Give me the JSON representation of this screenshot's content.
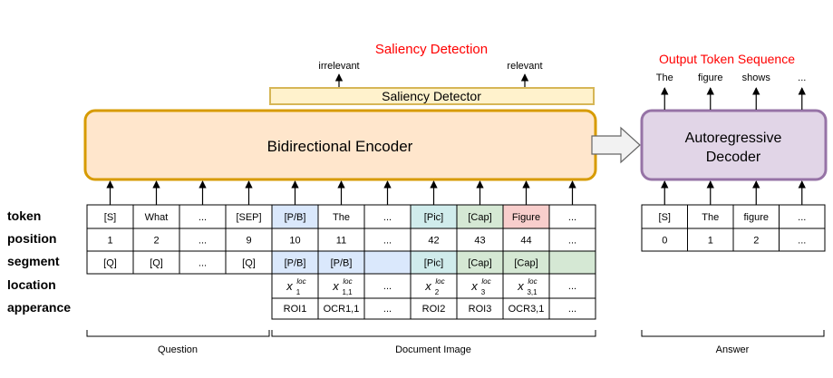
{
  "titles": {
    "saliency_detection": "Saliency Detection",
    "output_token_sequence": "Output Token Sequence"
  },
  "saliency_labels": {
    "irrelevant": "irrelevant",
    "relevant": "relevant"
  },
  "boxes": {
    "saliency_detector": "Saliency Detector",
    "encoder": "Bidirectional Encoder",
    "decoder_line1": "Autoregressive",
    "decoder_line2": "Decoder"
  },
  "output_tokens": [
    "The",
    "figure",
    "shows",
    "..."
  ],
  "row_labels": [
    "token",
    "position",
    "segment",
    "location",
    "apperance"
  ],
  "encoder_table": {
    "token": [
      "[S]",
      "What",
      "...",
      "[SEP]",
      "[P/B]",
      "The",
      "...",
      "[Pic]",
      "[Cap]",
      "Figure",
      "..."
    ],
    "position": [
      "1",
      "2",
      "...",
      "9",
      "10",
      "11",
      "...",
      "42",
      "43",
      "44",
      "..."
    ],
    "segment": [
      "[Q]",
      "[Q]",
      "...",
      "[Q]",
      "[P/B]",
      "[P/B]",
      "",
      "[Pic]",
      "[Cap]",
      "[Cap]",
      ""
    ],
    "location": [
      {
        "base": "x",
        "sup": "loc",
        "sub": "1"
      },
      {
        "base": "x",
        "sup": "loc",
        "sub": "1,1"
      },
      {
        "base": "...",
        "sup": "",
        "sub": ""
      },
      {
        "base": "x",
        "sup": "loc",
        "sub": "2"
      },
      {
        "base": "x",
        "sup": "loc",
        "sub": "3"
      },
      {
        "base": "x",
        "sup": "loc",
        "sub": "3,1"
      },
      {
        "base": "...",
        "sup": "",
        "sub": ""
      }
    ],
    "appearance": [
      "ROI1",
      "OCR1,1",
      "...",
      "ROI2",
      "ROI3",
      "OCR3,1",
      "..."
    ]
  },
  "decoder_table": {
    "token": [
      "[S]",
      "The",
      "figure",
      "..."
    ],
    "position": [
      "0",
      "1",
      "2",
      "..."
    ]
  },
  "group_labels": {
    "question": "Question",
    "document_image": "Document Image",
    "answer": "Answer"
  },
  "colors": {
    "red_title": "#ff0000",
    "encoder_fill": "#ffe6cc",
    "encoder_stroke": "#d79b00",
    "detector_fill": "#fff2cc",
    "detector_stroke": "#d6b656",
    "decoder_fill": "#e1d5e7",
    "decoder_stroke": "#9673a6",
    "blue_cell": "#dae8fc",
    "teal_cell": "#d0ecec",
    "green_cell": "#d5e8d4",
    "pink_cell": "#f8cecc"
  }
}
